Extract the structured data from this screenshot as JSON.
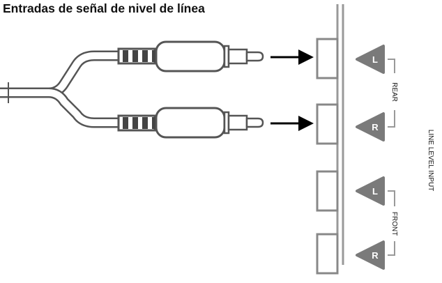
{
  "title": "Entradas de señal de nivel de línea",
  "panel": {
    "side_label": "LINE LEVEL INPUT",
    "groups": [
      {
        "label": "REAR",
        "channels": [
          "L",
          "R"
        ]
      },
      {
        "label": "FRONT",
        "channels": [
          "L",
          "R"
        ]
      }
    ]
  },
  "colors": {
    "cable_outline": "#555555",
    "cable_fill": "#ffffff",
    "triangle_fill": "#7a7a7a",
    "arrow": "#000000",
    "panel_line": "#999999",
    "text": "#111111"
  }
}
